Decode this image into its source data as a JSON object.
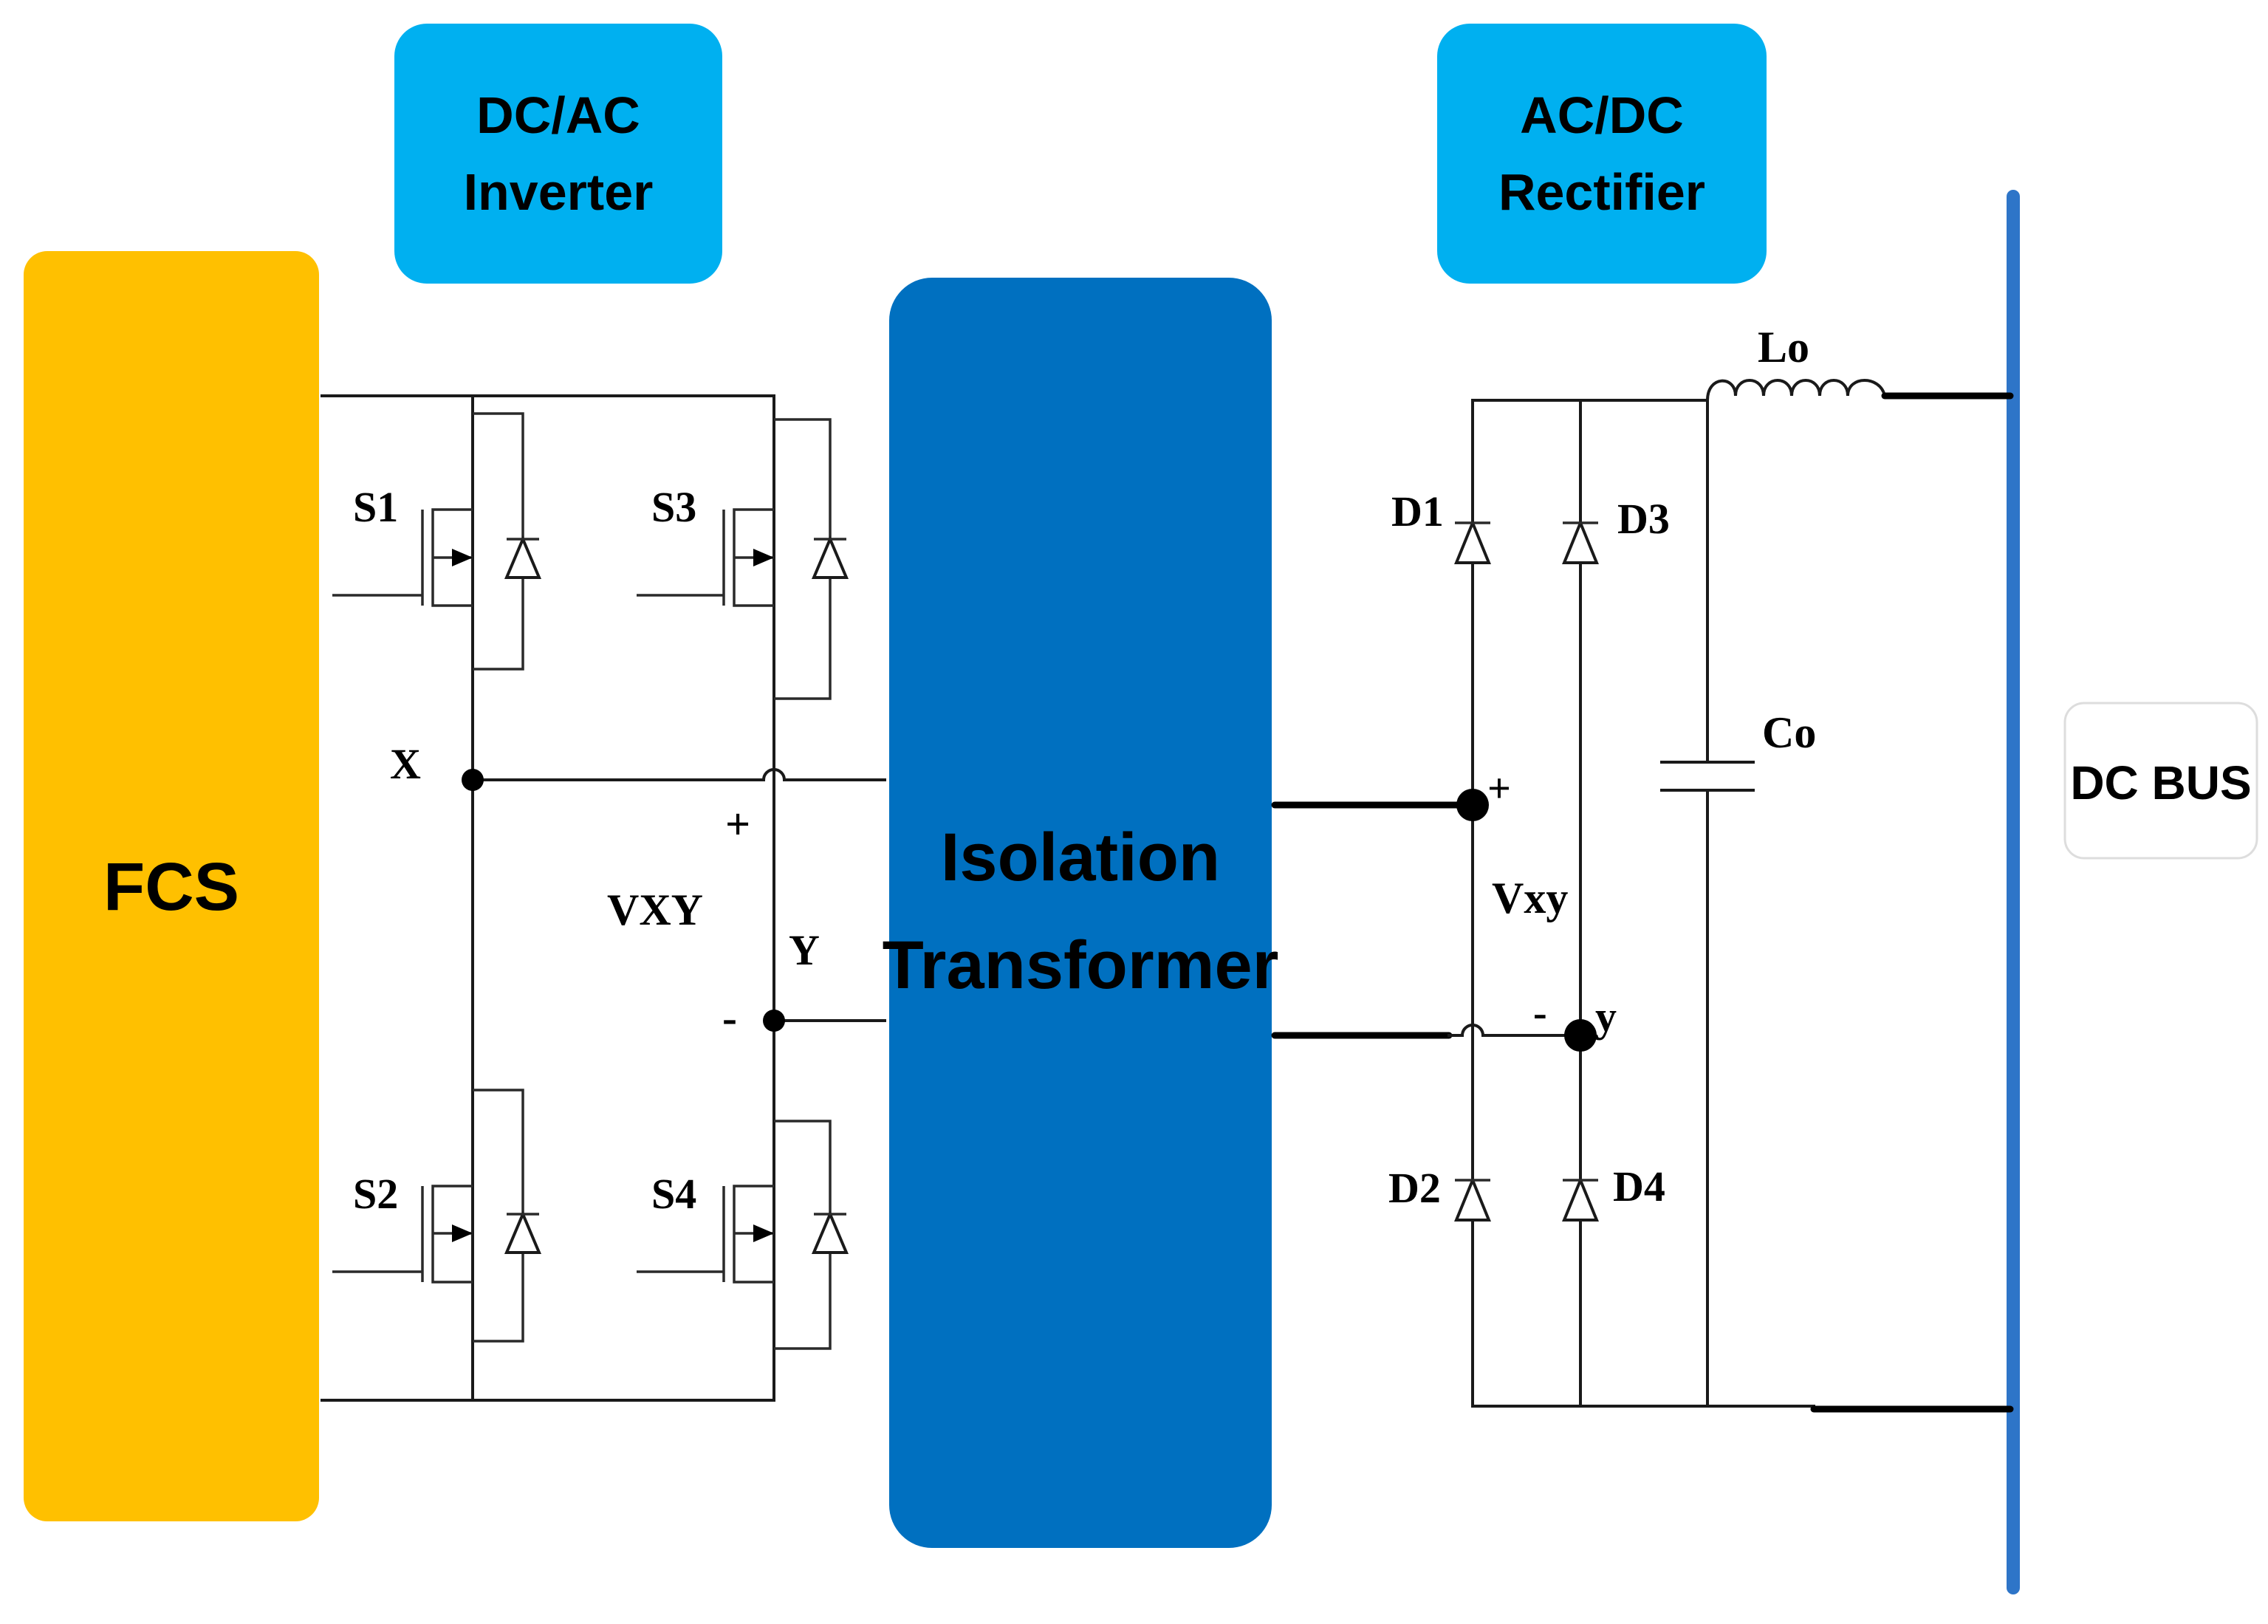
{
  "blocks": {
    "fcs": {
      "label": "FCS",
      "color": "#FFC000"
    },
    "inverter": {
      "line1": "DC/AC",
      "line2": "Inverter",
      "color": "#00B0F0"
    },
    "transformer": {
      "line1": "Isolation",
      "line2": "Transformer",
      "color": "#0070C0"
    },
    "rectifier": {
      "line1": "AC/DC",
      "line2": "Rectifier",
      "color": "#00B0F0"
    },
    "dc_bus": {
      "label": "DC BUS",
      "line_color": "#2E75C8"
    }
  },
  "inverter_circuit": {
    "switches": {
      "s1": "S1",
      "s2": "S2",
      "s3": "S3",
      "s4": "S4"
    },
    "node_x": "X",
    "node_y": "Y",
    "voltage": "VXY",
    "plus": "+",
    "minus": "-"
  },
  "rectifier_circuit": {
    "diodes": {
      "d1": "D1",
      "d2": "D2",
      "d3": "D3",
      "d4": "D4"
    },
    "voltage": "Vxy",
    "node_y": "y",
    "plus": "+",
    "minus": "-",
    "inductor": "Lo",
    "capacitor": "Co"
  }
}
